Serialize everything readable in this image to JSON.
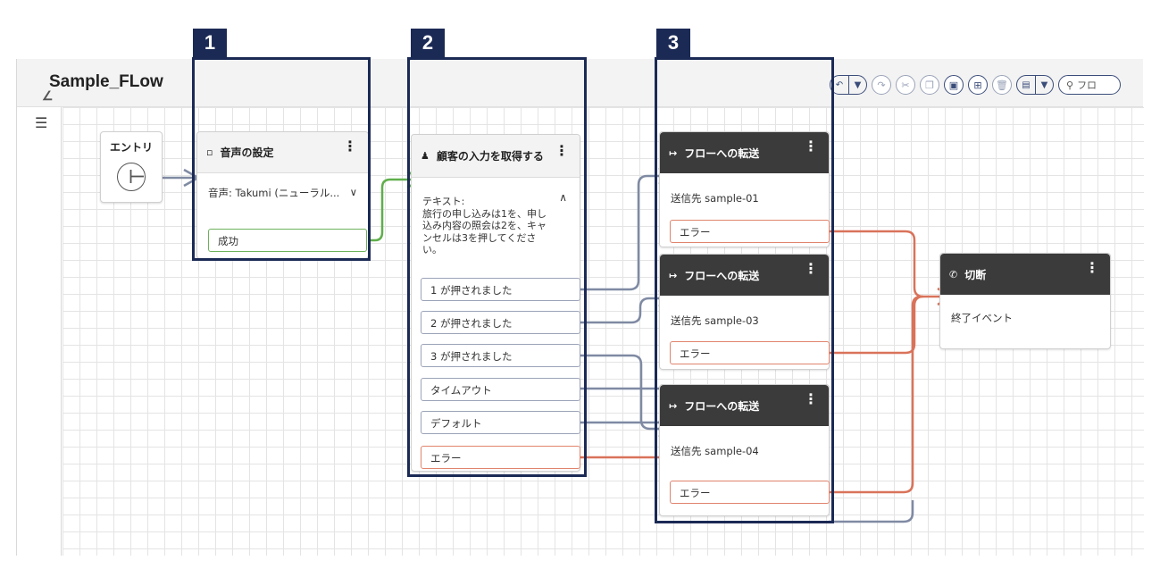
{
  "flow": {
    "title": "Sample_FLow",
    "edit_icon": "pencil-icon",
    "menu_icon": "hamburger-icon"
  },
  "toolbar": {
    "buttons": [
      "undo-icon",
      "dropdown-icon",
      "redo-icon",
      "cut-icon",
      "copy-icon",
      "paste-icon",
      "grid-icon",
      "delete-icon",
      "notes-icon",
      "dropdown-icon"
    ],
    "search_text": "フロ"
  },
  "entry": {
    "label": "エントリ"
  },
  "nodes": {
    "voice": {
      "title": "音声の設定",
      "voice_value": "音声: Takumi (ニューラル...",
      "branch_success": "成功"
    },
    "input": {
      "title": "顧客の入力を取得する",
      "text_label": "テキスト:",
      "text_body": "旅行の申し込みは1を、申し込み内容の照会は2を、キャンセルは3を押してください。",
      "branches": [
        "1 が押されました",
        "2 が押されました",
        "3 が押されました",
        "タイムアウト",
        "デフォルト",
        "エラー"
      ]
    },
    "transfer1": {
      "title": "フローへの転送",
      "dest": "送信先 sample-01",
      "error": "エラー"
    },
    "transfer2": {
      "title": "フローへの転送",
      "dest": "送信先 sample-03",
      "error": "エラー"
    },
    "transfer3": {
      "title": "フローへの転送",
      "dest": "送信先 sample-04",
      "error": "エラー"
    },
    "disconnect": {
      "title": "切断",
      "event": "終了イベント"
    }
  },
  "steps": [
    "1",
    "2",
    "3"
  ],
  "colors": {
    "step_navy": "#1b2a55",
    "link_gray": "#7f8aa3",
    "link_green": "#5fae4b",
    "link_red": "#d9735a",
    "node_dark": "#3b3b3b"
  }
}
